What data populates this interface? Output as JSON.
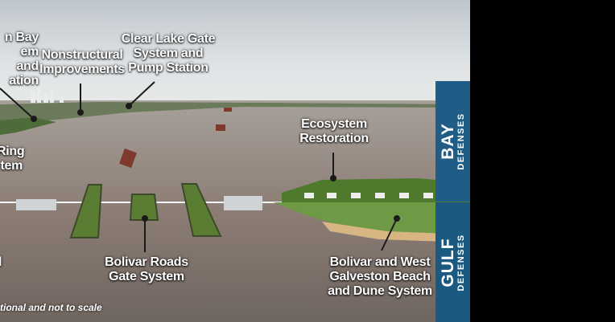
{
  "labels": {
    "bay_system": "n Bay\nem and\nation",
    "nonstructural": "Nonstructural\nImprovements",
    "clear_lake": "Clear Lake Gate\nSystem and\nPump Station",
    "ring": "Ring\ntem",
    "ecosystem": "Ecosystem\nRestoration",
    "bolivar_roads": "Bolivar Roads\nGate System",
    "bolivar_west": "Bolivar and West\nGalveston Beach\nand Dune System",
    "left_fragment": "l"
  },
  "footnote": "tional and not to scale",
  "side_bar": {
    "bay": {
      "big": "BAY",
      "small": "DEFENSES"
    },
    "gulf": {
      "big": "GULF",
      "small": "DEFENSES"
    }
  },
  "colors": {
    "sky_top": "#dfe3e6",
    "water": "#8a7b73",
    "vegetation": "#5f8a3a",
    "sand": "#d9b98a",
    "side_bar_blue": "#1f5d86"
  }
}
